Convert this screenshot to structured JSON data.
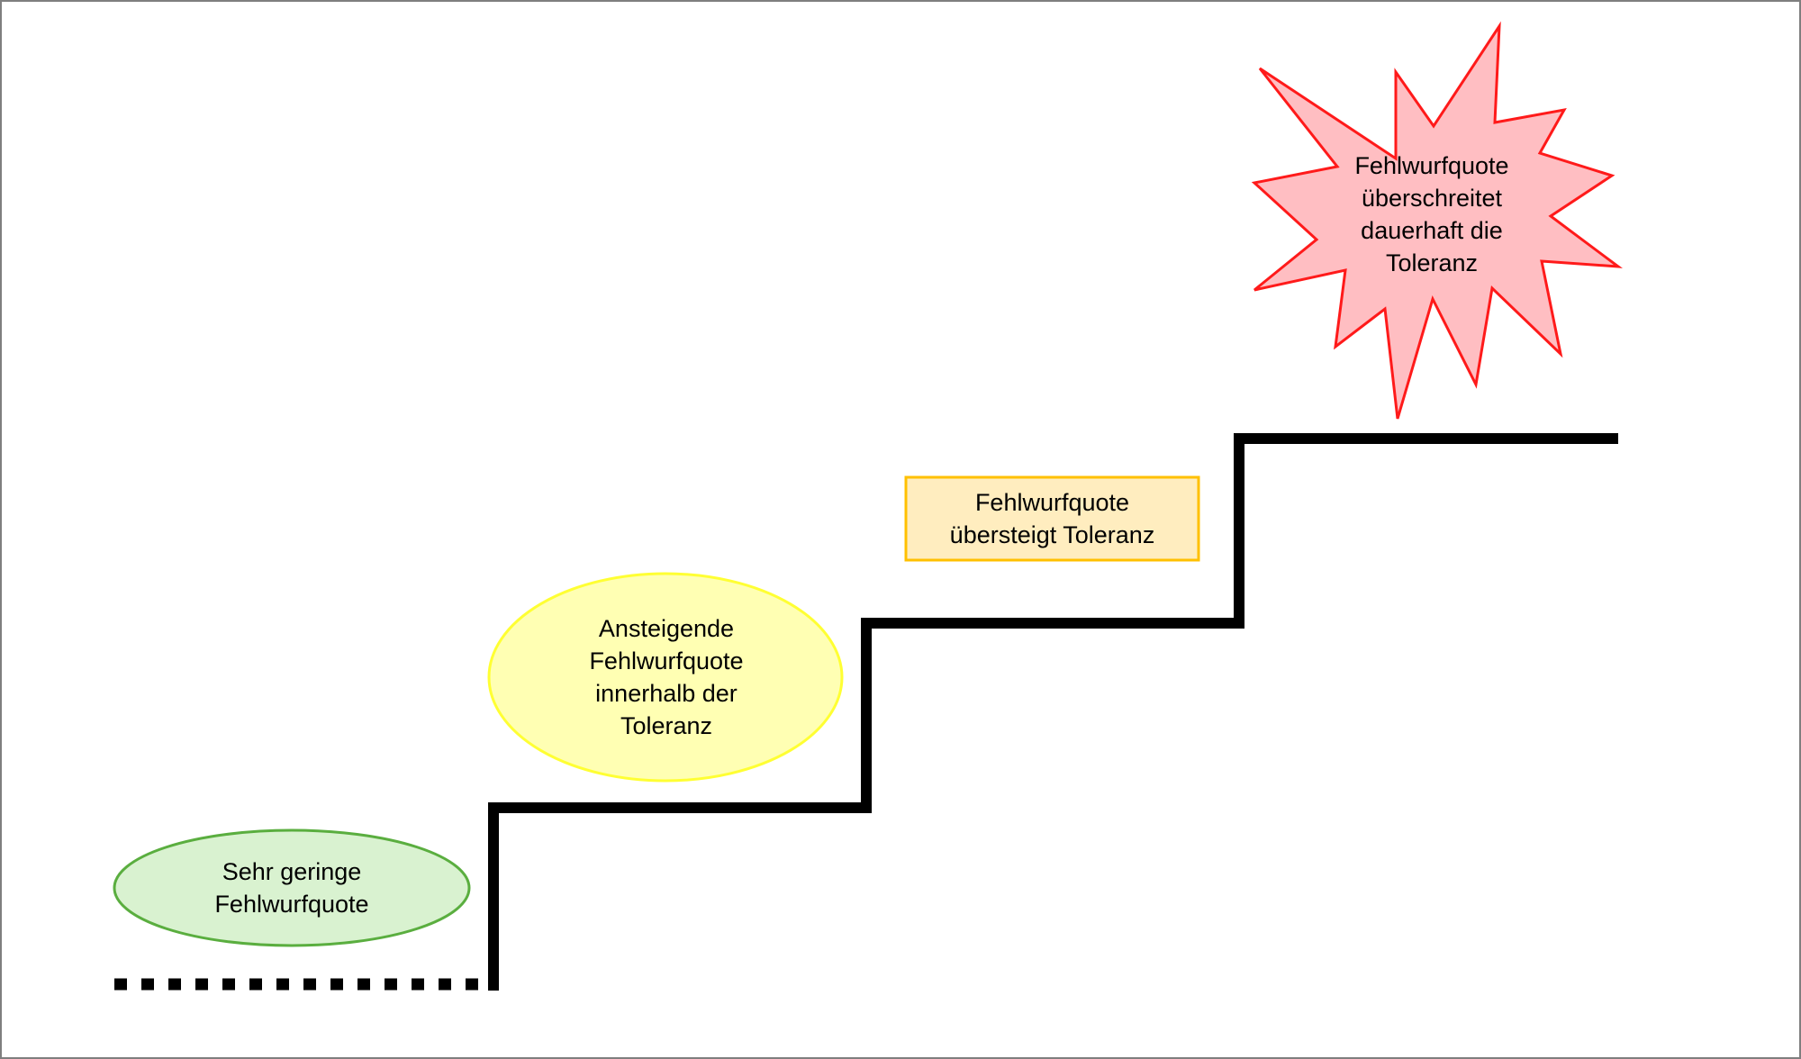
{
  "stages": [
    {
      "id": "sehr-gering",
      "text": "Sehr geringe\nFehlwurfquote",
      "fill": "#d9f2d0",
      "stroke": "#5aae3f"
    },
    {
      "id": "ansteigend",
      "text": "Ansteigende\nFehlwurfquote\ninnerhalb der\nToleranz",
      "fill": "#ffffb3",
      "stroke": "#ffff33"
    },
    {
      "id": "uebersteigt",
      "text": "Fehlwurfquote\nübersteigt Toleranz",
      "fill": "#ffedbf",
      "stroke": "#ffc000"
    },
    {
      "id": "ueberschreitet",
      "text": "Fehlwurfquote\nüberschreitet\ndauerhaft die\nToleranz",
      "fill": "#ffbec2",
      "stroke": "#ff1a1a"
    }
  ],
  "colors": {
    "staircase": "#000000",
    "frame": "#7f7f7f",
    "background": "#ffffff"
  }
}
